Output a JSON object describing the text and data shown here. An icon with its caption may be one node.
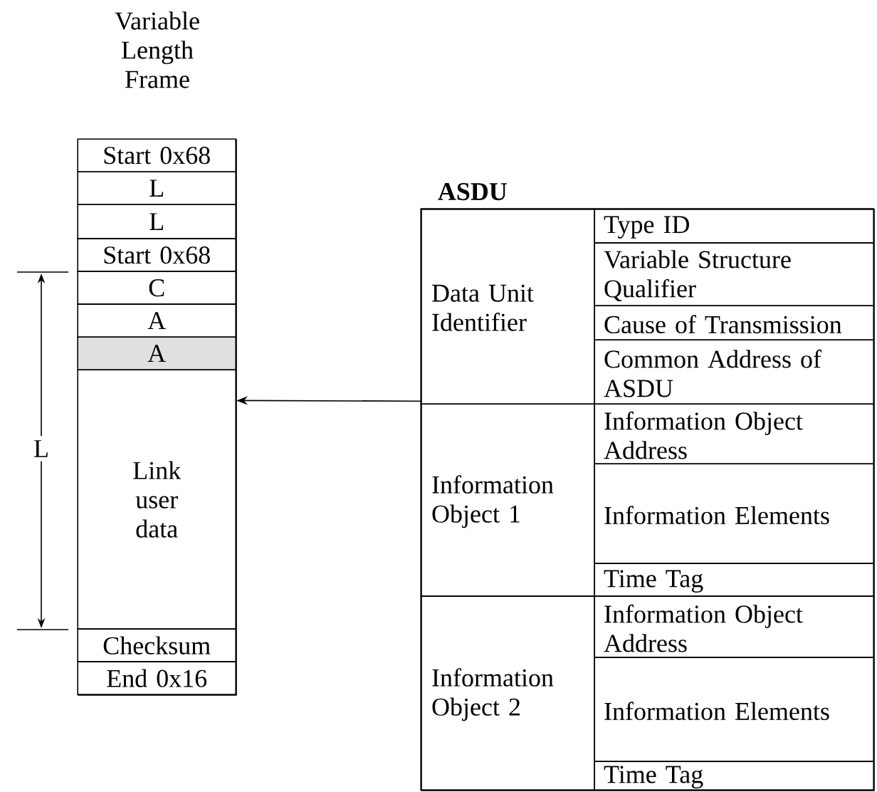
{
  "diagram": {
    "nodes": [
      {
        "text": [
          "Variable Length Frame"
        ]
      },
      {
        "text": [
          "Start 0x68"
        ],
        "in": 0
      },
      {
        "text": [
          "L"
        ],
        "in": 0
      },
      {
        "text": [
          "L"
        ],
        "in": 0
      },
      {
        "text": [
          "Start 0x68"
        ],
        "in": 0
      },
      {
        "text": [
          "C"
        ],
        "in": 0
      },
      {
        "text": [
          "A"
        ],
        "in": 0
      },
      {
        "text": [
          "A"
        ],
        "in": 0
      },
      {
        "text": [
          "Link user data"
        ],
        "in": 0
      },
      {
        "text": [
          "Checksum"
        ],
        "in": 0
      },
      {
        "text": [
          "End 0x16"
        ],
        "in": 0
      },
      {
        "text": [
          "ASDU"
        ]
      },
      {
        "text": [
          "Data Unit Identifier"
        ],
        "in": 11
      },
      {
        "text": [
          "Type ID"
        ],
        "in": 11
      },
      {
        "text": [
          "Variable Structure Qualifier"
        ],
        "in": 11
      },
      {
        "text": [
          "Cause of Transmission"
        ],
        "in": 11
      },
      {
        "text": [
          "Common Address of ASDU"
        ],
        "in": 11
      },
      {
        "text": [
          "Information Object 1"
        ],
        "in": 11
      },
      {
        "text": [
          "Information Object Address"
        ],
        "in": 11
      },
      {
        "text": [
          "Information Elements"
        ],
        "in": 11
      },
      {
        "text": [
          "Time Tag"
        ],
        "in": 11
      },
      {
        "text": [
          "Information Object 2"
        ],
        "in": 11
      },
      {
        "text": [
          "Information Object Address"
        ],
        "in": 11
      },
      {
        "text": [
          "Information Elements"
        ],
        "in": 11
      },
      {
        "text": [
          "Time Tag"
        ],
        "in": 11
      }
    ],
    "edges": [
      {
        "from": 11,
        "to": 8,
        "arrow": "to"
      }
    ],
    "labels": [
      "L"
    ]
  }
}
